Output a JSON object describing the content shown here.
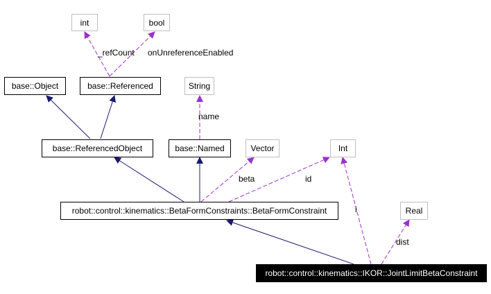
{
  "nodes": {
    "int": "int",
    "bool": "bool",
    "base_object": "base::Object",
    "base_referenced": "base::Referenced",
    "string": "String",
    "base_referenced_object": "base::ReferencedObject",
    "base_named": "base::Named",
    "vector": "Vector",
    "int_cap": "Int",
    "real": "Real",
    "beta_form_constraint": "robot::control::kinematics::BetaFormConstraints::BetaFormConstraint",
    "joint_limit_beta_constraint": "robot::control::kinematics::IKOR::JointLimitBetaConstraint"
  },
  "edge_labels": {
    "ref_count": "_refCount",
    "on_unreference_enabled": "onUnreferenceEnabled",
    "name": "name",
    "beta": "beta",
    "id": "id",
    "i": "i",
    "dist": "dist"
  },
  "colors": {
    "inheritance": "#191970",
    "usage": "#9a32cd"
  }
}
